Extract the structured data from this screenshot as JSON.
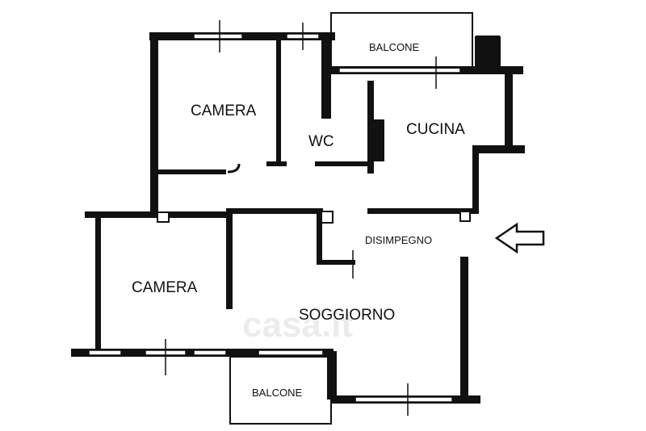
{
  "rooms": {
    "camera_top": "CAMERA",
    "wc": "WC",
    "cucina": "CUCINA",
    "balcone_top": "BALCONE",
    "disimpegno": "DISIMPEGNO",
    "camera_left": "CAMERA",
    "soggiorno": "SOGGIORNO",
    "balcone_bottom": "BALCONE"
  },
  "watermark": "casa.it",
  "entrance_icon": "arrow-left-icon"
}
